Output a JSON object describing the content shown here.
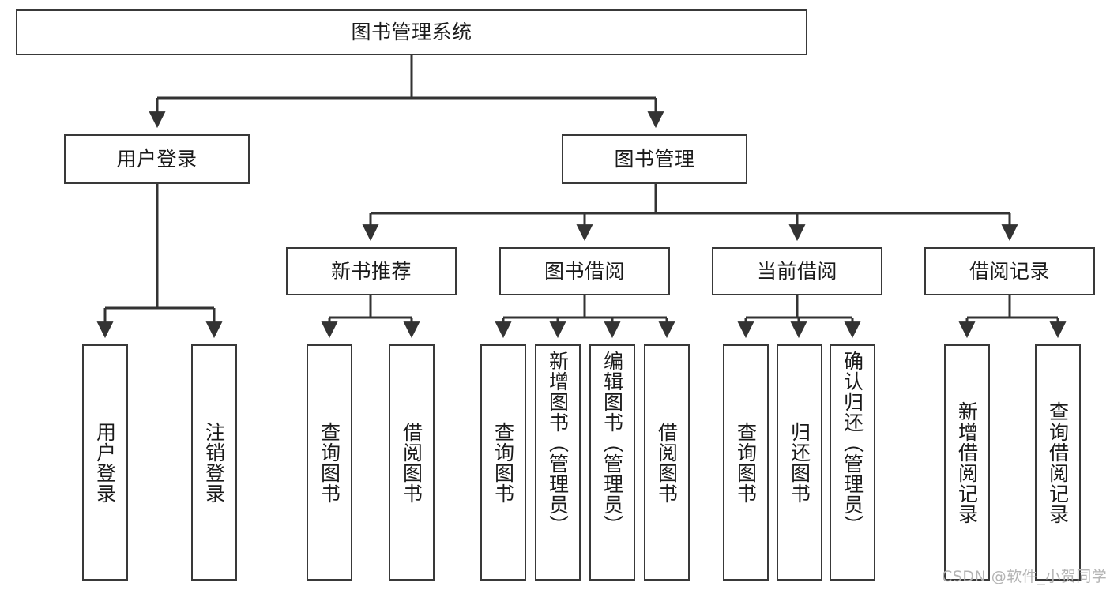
{
  "diagram": {
    "type": "tree-hierarchy",
    "title": "图书管理系统",
    "root": {
      "id": "root",
      "label": "图书管理系统",
      "level": 0
    },
    "level1": [
      {
        "id": "user-login",
        "label": "用户登录"
      },
      {
        "id": "book-management",
        "label": "图书管理"
      }
    ],
    "level2": [
      {
        "id": "new-book-recommend",
        "label": "新书推荐",
        "parent": "book-management"
      },
      {
        "id": "book-borrow",
        "label": "图书借阅",
        "parent": "book-management"
      },
      {
        "id": "current-borrow",
        "label": "当前借阅",
        "parent": "book-management"
      },
      {
        "id": "borrow-record",
        "label": "借阅记录",
        "parent": "book-management"
      }
    ],
    "leaves": {
      "user_login": [
        {
          "id": "leaf-user-login",
          "label": "用户登录"
        },
        {
          "id": "leaf-user-logout",
          "label": "注销登录"
        }
      ],
      "new_book_recommend": [
        {
          "id": "leaf-query-book-1",
          "label": "查询图书"
        },
        {
          "id": "leaf-borrow-book-1",
          "label": "借阅图书"
        }
      ],
      "book_borrow": [
        {
          "id": "leaf-query-book-2",
          "label": "查询图书"
        },
        {
          "id": "leaf-add-book",
          "label": "新增图书（管理员）"
        },
        {
          "id": "leaf-edit-book",
          "label": "编辑图书（管理员）"
        },
        {
          "id": "leaf-borrow-book-2",
          "label": "借阅图书"
        }
      ],
      "current_borrow": [
        {
          "id": "leaf-query-book-3",
          "label": "查询图书"
        },
        {
          "id": "leaf-return-book",
          "label": "归还图书"
        },
        {
          "id": "leaf-confirm-return",
          "label": "确认归还（管理员）"
        }
      ],
      "borrow_record": [
        {
          "id": "leaf-add-record",
          "label": "新增借阅记录"
        },
        {
          "id": "leaf-query-record",
          "label": "查询借阅记录"
        }
      ]
    }
  },
  "watermark": {
    "text": "CSDN @软件_小贺同学"
  },
  "colors": {
    "box_border": "#393939",
    "box_fill": "#ffffff",
    "connector": "#333333",
    "text": "#1a1a1a",
    "watermark": "#b4b4b4",
    "background": "#ffffff"
  }
}
